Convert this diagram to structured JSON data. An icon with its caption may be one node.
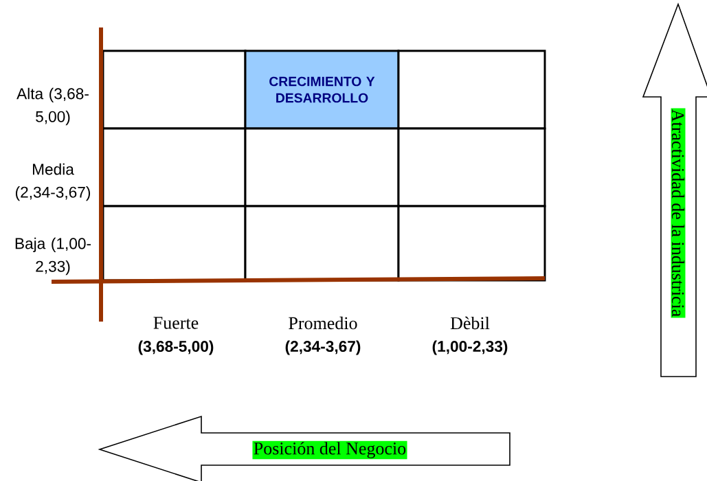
{
  "diagram": {
    "nodes": [
      {
        "text": [],
        "shape": "box"
      },
      {
        "text": [
          "CRECIMIENTO Y DESARROLLO"
        ]
      },
      {
        "text": [],
        "shape": "box"
      },
      {
        "text": [],
        "shape": "box"
      },
      {
        "text": [],
        "shape": "box"
      },
      {
        "text": [],
        "shape": "box"
      },
      {
        "text": [],
        "shape": "box"
      },
      {
        "text": [],
        "shape": "box"
      },
      {
        "text": [],
        "shape": "box"
      },
      {
        "text": [
          "Atractividad de la industricia"
        ]
      },
      {
        "text": [
          "Posición del Negocio"
        ]
      }
    ],
    "labels": [
      "Alta (3,68-5,00)",
      "Media (2,34-3,67)",
      "Baja (1,00-2,33)",
      "Fuerte",
      "Promedio",
      "Dèbil",
      "(3,68-5,00)",
      "(2,34-3,67)",
      "(1,00-2,33)"
    ]
  }
}
